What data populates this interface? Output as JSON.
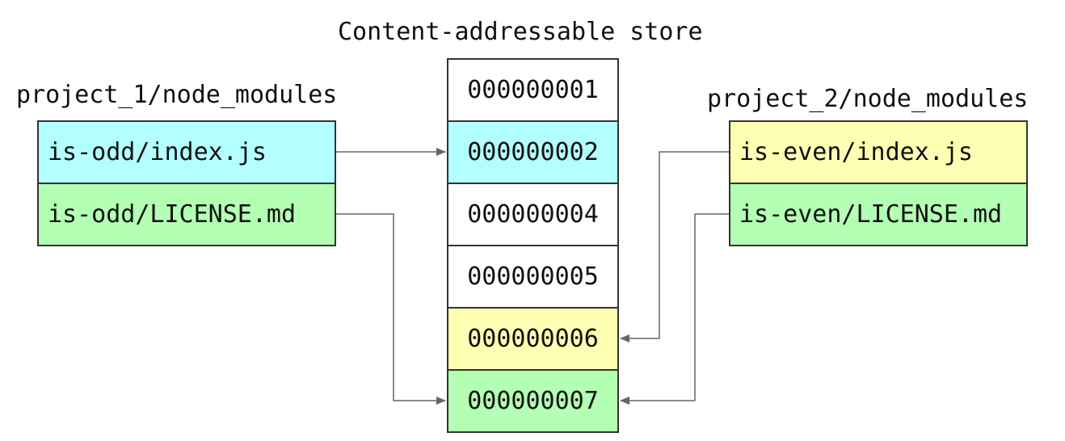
{
  "store": {
    "title": "Content-addressable store",
    "entries": [
      {
        "label": "000000001",
        "color": "#ffffff"
      },
      {
        "label": "000000002",
        "color": "#b3ffff"
      },
      {
        "label": "000000004",
        "color": "#ffffff"
      },
      {
        "label": "000000005",
        "color": "#ffffff"
      },
      {
        "label": "000000006",
        "color": "#ffffb3"
      },
      {
        "label": "000000007",
        "color": "#b3ffb3"
      }
    ]
  },
  "project_1": {
    "title": "project_1/node_modules",
    "files": [
      {
        "label": "is-odd/index.js",
        "color": "#b3ffff",
        "links_to": "000000002"
      },
      {
        "label": "is-odd/LICENSE.md",
        "color": "#b3ffb3",
        "links_to": "000000007"
      }
    ]
  },
  "project_2": {
    "title": "project_2/node_modules",
    "files": [
      {
        "label": "is-even/index.js",
        "color": "#ffffb3",
        "links_to": "000000006"
      },
      {
        "label": "is-even/LICENSE.md",
        "color": "#b3ffb3",
        "links_to": "000000007"
      }
    ]
  },
  "colors": {
    "border": "#333333",
    "arrow": "#666666"
  }
}
